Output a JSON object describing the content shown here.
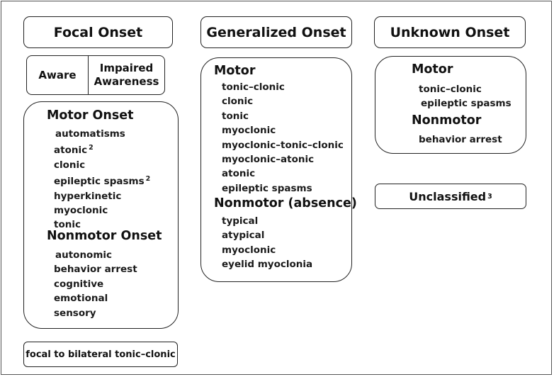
{
  "focal": {
    "title": "Focal Onset",
    "aware": "Aware",
    "impaired_line1": "Impaired",
    "impaired_line2": "Awareness",
    "motor_heading": "Motor Onset",
    "motor_items": [
      "automatisms",
      "atonic",
      "clonic",
      "epileptic spasms",
      "hyperkinetic",
      "myoclonic",
      "tonic"
    ],
    "motor_sup": {
      "atonic": "2",
      "epileptic_spasms": "2"
    },
    "nonmotor_heading": "Nonmotor Onset",
    "nonmotor_items": [
      "autonomic",
      "behavior arrest",
      "cognitive",
      "emotional",
      "sensory"
    ],
    "bilateral": "focal to bilateral tonic–clonic"
  },
  "generalized": {
    "title": "Generalized Onset",
    "motor_heading": "Motor",
    "motor_items": [
      "tonic–clonic",
      "clonic",
      "tonic",
      "myoclonic",
      "myoclonic–tonic–clonic",
      "myoclonic–atonic",
      "atonic",
      "epileptic spasms"
    ],
    "nonmotor_heading": "Nonmotor (absence)",
    "nonmotor_items": [
      "typical",
      "atypical",
      "myoclonic",
      "eyelid myoclonia"
    ]
  },
  "unknown": {
    "title": "Unknown Onset",
    "motor_heading": "Motor",
    "motor_items": [
      "tonic–clonic",
      "epileptic spasms"
    ],
    "nonmotor_heading": "Nonmotor",
    "nonmotor_items": [
      "behavior arrest"
    ]
  },
  "unclassified": {
    "label": "Unclassified",
    "sup": "3"
  }
}
